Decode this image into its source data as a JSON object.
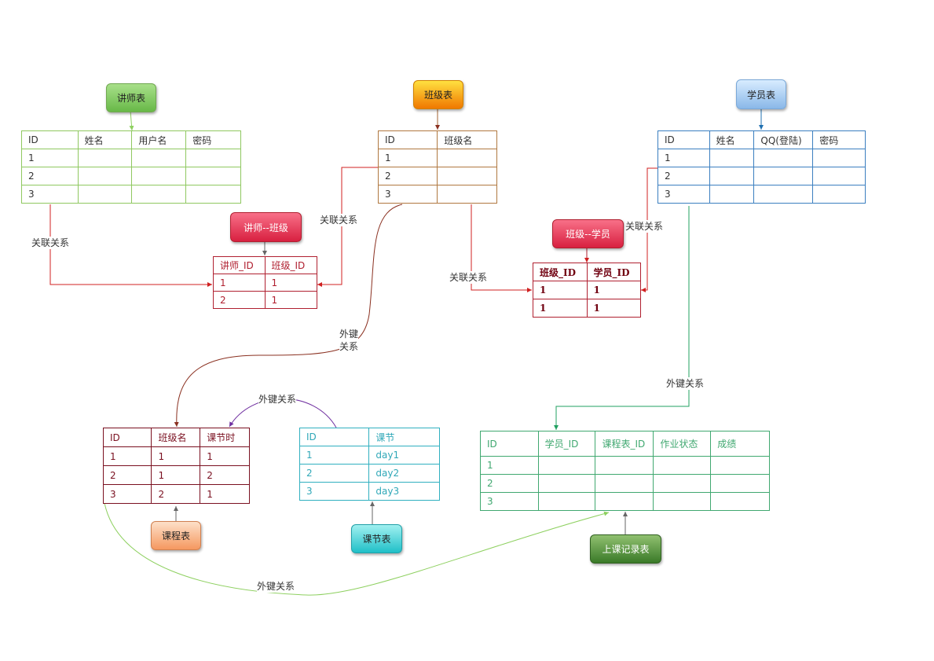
{
  "colors": {
    "teacher_label": "#7cc95a",
    "class_label": "#f7a800",
    "student_label": "#88b8ea",
    "tc_label": "#e0354f",
    "cs_label": "#e0354f",
    "course_label": "#f8b07c",
    "lesson_label": "#3ccfd0",
    "record_label": "#4a8a30",
    "teacher_border": "#8fc860",
    "class_border": "#b07840",
    "student_border": "#3b7fc0",
    "red_link": "#d02020",
    "brown_link": "#8a3020",
    "green_link": "#40a870",
    "light_green_link": "#8ed060",
    "purple_link": "#7030a0"
  },
  "labels": {
    "teacher": "讲师表",
    "class": "班级表",
    "student": "学员表",
    "teacher_class": "讲师--班级",
    "class_student": "班级--学员",
    "course": "课程表",
    "lesson": "课节表",
    "record": "上课记录表"
  },
  "annotations": {
    "rel1": "关联关系",
    "rel2": "关联关系",
    "rel3": "关联关系",
    "rel4": "关联关系",
    "fk1_line1": "外键",
    "fk1_line2": "关系",
    "fk2": "外键关系",
    "fk3": "外键关系",
    "fk4": "外键关系"
  },
  "tables": {
    "teacher": {
      "headers": [
        "ID",
        "姓名",
        "用户名",
        "密码"
      ],
      "rows": [
        [
          "1",
          "",
          "",
          ""
        ],
        [
          "2",
          "",
          "",
          ""
        ],
        [
          "3",
          "",
          "",
          ""
        ]
      ]
    },
    "class": {
      "headers": [
        "ID",
        "班级名"
      ],
      "rows": [
        [
          "1",
          ""
        ],
        [
          "2",
          ""
        ],
        [
          "3",
          ""
        ]
      ]
    },
    "student": {
      "headers": [
        "ID",
        "姓名",
        "QQ(登陆)",
        "密码"
      ],
      "rows": [
        [
          "1",
          "",
          "",
          ""
        ],
        [
          "2",
          "",
          "",
          ""
        ],
        [
          "3",
          "",
          "",
          ""
        ]
      ]
    },
    "teacher_class": {
      "headers": [
        "讲师_ID",
        "班级_ID"
      ],
      "rows": [
        [
          "1",
          "1"
        ],
        [
          "2",
          "1"
        ]
      ]
    },
    "class_student": {
      "headers": [
        "班级_ID",
        "学员_ID"
      ],
      "rows": [
        [
          "1",
          "1"
        ],
        [
          "1",
          "1"
        ]
      ]
    },
    "course": {
      "headers": [
        "ID",
        "班级名",
        "课节时"
      ],
      "rows": [
        [
          "1",
          "1",
          "1"
        ],
        [
          "2",
          "1",
          "2"
        ],
        [
          "3",
          "2",
          "1"
        ]
      ]
    },
    "lesson": {
      "headers": [
        "ID",
        "课节"
      ],
      "rows": [
        [
          "1",
          "day1"
        ],
        [
          "2",
          "day2"
        ],
        [
          "3",
          "day3"
        ]
      ]
    },
    "record": {
      "headers": [
        "ID",
        "学员_ID",
        "课程表_ID",
        "作业状态",
        "成绩"
      ],
      "rows": [
        [
          "1",
          "",
          "",
          "",
          ""
        ],
        [
          "2",
          "",
          "",
          "",
          ""
        ],
        [
          "3",
          "",
          "",
          "",
          ""
        ]
      ]
    }
  }
}
